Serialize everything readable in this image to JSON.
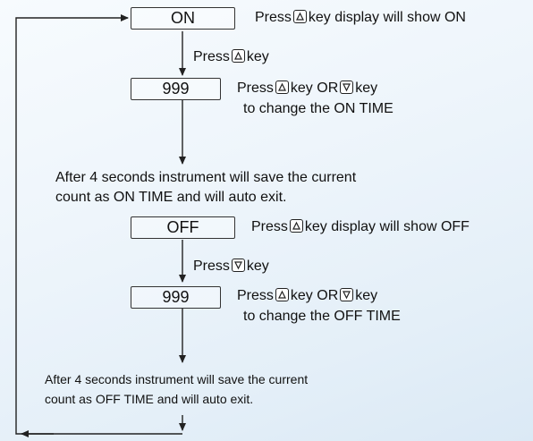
{
  "flow": {
    "on_box": "ON",
    "on_step1": {
      "a": "Press",
      "b": "key display will show ON"
    },
    "on_press": {
      "a": "Press",
      "b": "key"
    },
    "on_time_box": "999",
    "on_step2": {
      "a": "Press",
      "b": "key OR",
      "c": "key",
      "line2": "to change the ON TIME"
    },
    "on_note": {
      "line1": "After 4 seconds instrument will save the current",
      "line2": "count as ON TIME and will auto exit."
    },
    "off_box": "OFF",
    "off_step1": {
      "a": "Press",
      "b": "key display will show OFF"
    },
    "off_press": {
      "a": "Press",
      "b": "key"
    },
    "off_time_box": "999",
    "off_step2": {
      "a": "Press",
      "b": "key OR",
      "c": "key",
      "line2": "to change the OFF TIME"
    },
    "off_note": {
      "line1": "After 4 seconds instrument will save the current",
      "line2": "count as OFF TIME and will auto exit."
    }
  },
  "icons": {
    "up": "up-key-icon",
    "down": "down-key-icon"
  },
  "colors": {
    "line": "#222222",
    "background": "#e8f1f9"
  }
}
